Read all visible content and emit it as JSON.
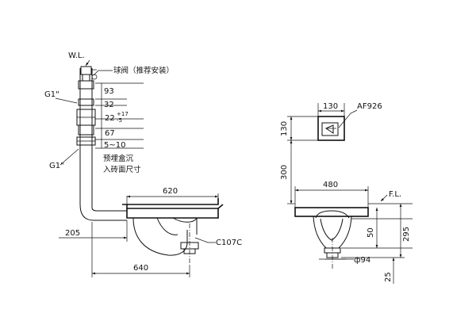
{
  "side_view": {
    "water_level": "W.L.",
    "ball_valve_note": "球阀（推荐安装）",
    "pipe_top_label": "G1\"",
    "pipe_bottom_label": "G1\"",
    "dims": {
      "d93": "93",
      "d32": "32",
      "d22": "22",
      "d22_tol_upper": "+17",
      "d22_tol_lower": "-5",
      "d67": "67",
      "d5_10": "5~10",
      "d620": "620",
      "d205": "205",
      "d640": "640"
    },
    "embed_note_line1": "预埋盒沉",
    "embed_note_line2": "入砖面尺寸",
    "model": "C107C"
  },
  "front_view": {
    "dims": {
      "d130_w": "130",
      "d130_h": "130",
      "d300": "300",
      "d480": "480",
      "d50": "50",
      "d295": "295",
      "d94": "ф94",
      "d25": "25"
    },
    "valve_model": "AF926",
    "floor_level": "F.L."
  }
}
